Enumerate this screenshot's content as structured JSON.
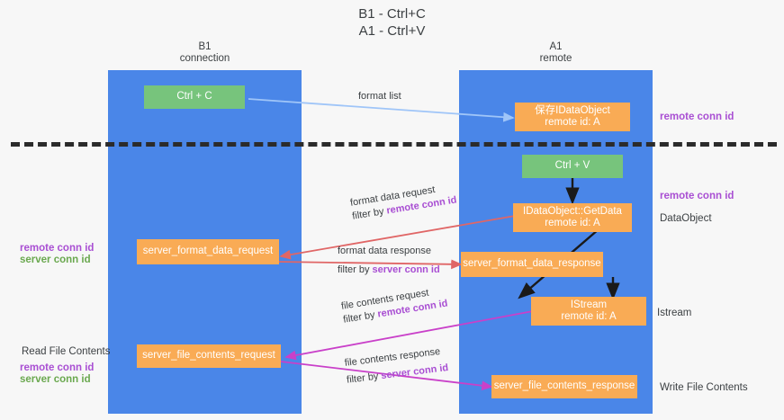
{
  "title": "B1 - Ctrl+C\nA1 - Ctrl+V",
  "lanes": [
    {
      "id": "b1",
      "label": "B1\nconnection",
      "color": "#4a86e8"
    },
    {
      "id": "a1",
      "label": "A1\nremote",
      "color": "#4a86e8"
    }
  ],
  "colors": {
    "lane": "#4a86e8",
    "node_green": "#77c47c",
    "node_orange": "#f9ab55",
    "accent_purple": "#a94fd3",
    "accent_green": "#6aa84f",
    "arrow_blue": "#9fc5f8",
    "arrow_red": "#e06666",
    "arrow_magenta": "#c940c9",
    "arrow_black": "#1a1a1a",
    "divider": "#2b2b2b"
  },
  "nodes": [
    {
      "id": "ctrl-c",
      "label": "Ctrl + C",
      "style": "green"
    },
    {
      "id": "ctrl-v",
      "label": "Ctrl + V",
      "style": "green"
    },
    {
      "id": "save-idataobject",
      "label": "保存IDataObject\nremote id: A",
      "style": "orange"
    },
    {
      "id": "idataobject-getdata",
      "label": "IDataObject::GetData\nremote id: A",
      "style": "orange"
    },
    {
      "id": "server-format-data-request",
      "label": "server_format_data_request",
      "style": "orange"
    },
    {
      "id": "server-format-data-response",
      "label": "server_format_data_response",
      "style": "orange"
    },
    {
      "id": "istream",
      "label": "IStream\nremote id: A",
      "style": "orange"
    },
    {
      "id": "server-file-contents-request",
      "label": "server_file_contents_request",
      "style": "orange"
    },
    {
      "id": "server-file-contents-response",
      "label": "server_file_contents_response",
      "style": "orange"
    }
  ],
  "edges": [
    {
      "id": "format-list",
      "line1": "format list",
      "line2": "",
      "line2_suffix": "",
      "color": "#9fc5f8"
    },
    {
      "id": "format-data-request",
      "line1": "format data request",
      "line2": "filter by ",
      "line2_suffix": "remote conn id",
      "color": "#e06666"
    },
    {
      "id": "format-data-response",
      "line1": "format data response",
      "line2": "filter by ",
      "line2_suffix": "server conn id",
      "color": "#e06666"
    },
    {
      "id": "file-contents-request",
      "line1": "file contents request",
      "line2": "filter by ",
      "line2_suffix": "remote conn id",
      "color": "#c940c9"
    },
    {
      "id": "file-contents-response",
      "line1": "file contents response",
      "line2": "filter by ",
      "line2_suffix": "server conn id",
      "color": "#c940c9"
    }
  ],
  "right_labels": [
    {
      "id": "right-remote-conn-id-1",
      "text": "remote conn id",
      "style": "purple"
    },
    {
      "id": "right-remote-conn-id-2",
      "text": "remote conn id",
      "style": "purple"
    },
    {
      "id": "right-dataobject",
      "text": "DataObject",
      "style": "plain"
    },
    {
      "id": "right-istream",
      "text": "Istream",
      "style": "plain"
    },
    {
      "id": "right-write-file",
      "text": "Write File Contents",
      "style": "plain"
    }
  ],
  "left_labels": [
    {
      "id": "left-remote-conn-id",
      "text": "remote conn id",
      "style": "purple"
    },
    {
      "id": "left-server-conn-id",
      "text": "server conn id",
      "style": "green"
    },
    {
      "id": "left-read-file",
      "text": "Read File Contents",
      "style": "plain"
    },
    {
      "id": "left-remote-conn-id-2",
      "text": "remote conn id",
      "style": "purple"
    },
    {
      "id": "left-server-conn-id-2",
      "text": "server conn id",
      "style": "green"
    }
  ]
}
